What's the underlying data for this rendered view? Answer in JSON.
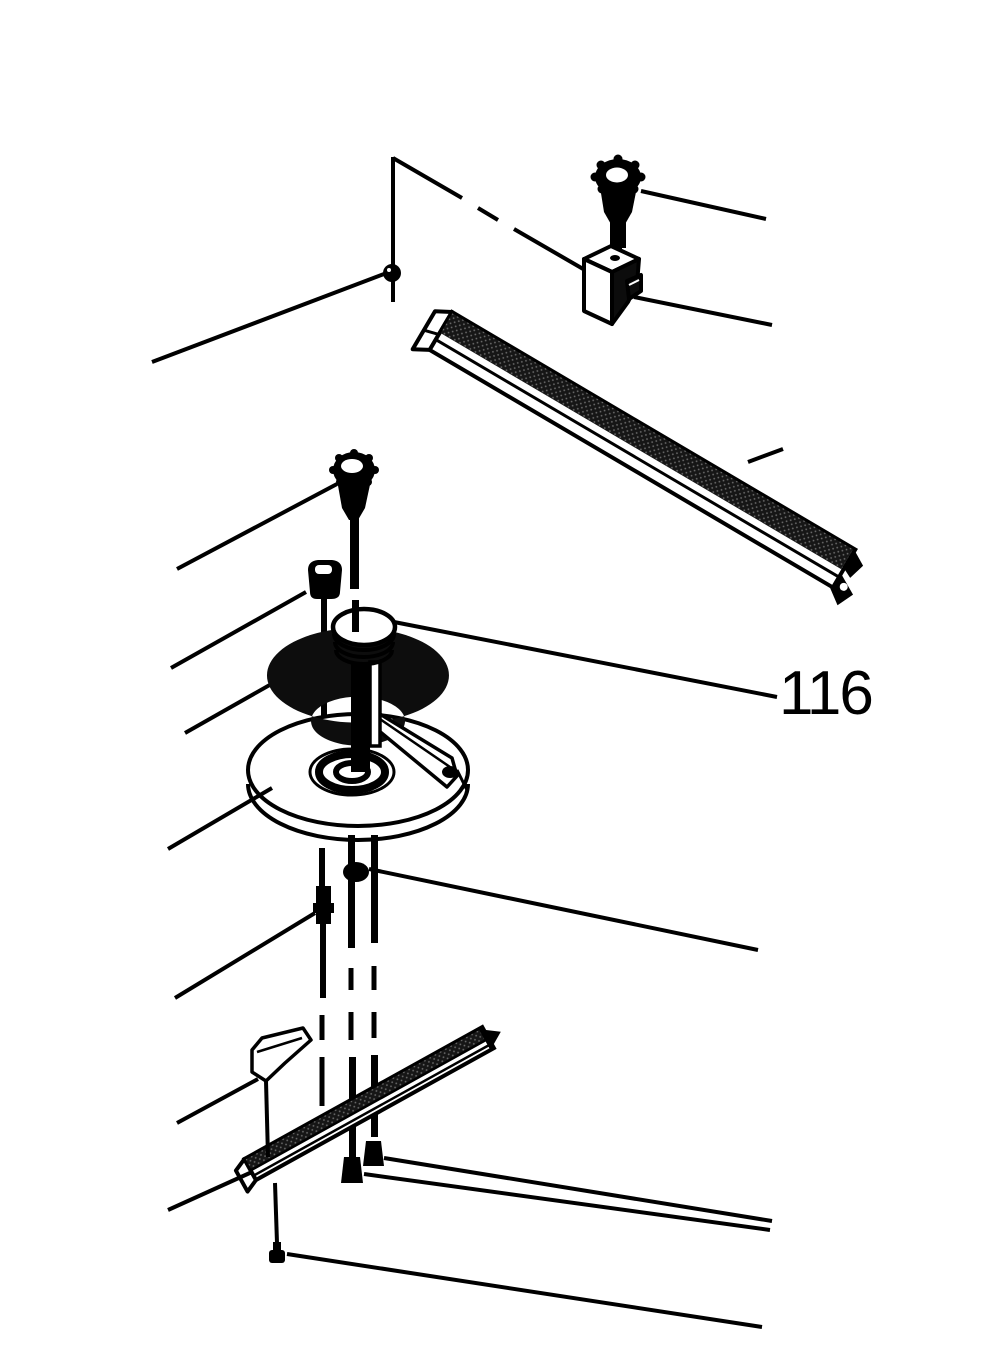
{
  "page": {
    "background": "#ffffff",
    "line_color": "#000000",
    "label_color": "#000000"
  },
  "callout": {
    "label": "116"
  },
  "parts": [
    {
      "name": "table-corner-edge"
    },
    {
      "name": "hex-nut"
    },
    {
      "name": "thumb-screw"
    },
    {
      "name": "slide-block"
    },
    {
      "name": "guide-rail"
    },
    {
      "name": "lock-knob"
    },
    {
      "name": "cap-nut"
    },
    {
      "name": "flat-washer"
    },
    {
      "name": "handle-shaft-116"
    },
    {
      "name": "miter-gauge-head"
    },
    {
      "name": "carriage-bolt"
    },
    {
      "name": "set-screw"
    },
    {
      "name": "pointer-plate"
    },
    {
      "name": "miter-bar"
    },
    {
      "name": "slot-nut-left"
    },
    {
      "name": "slot-nut-right"
    },
    {
      "name": "flat-head-screw"
    }
  ]
}
